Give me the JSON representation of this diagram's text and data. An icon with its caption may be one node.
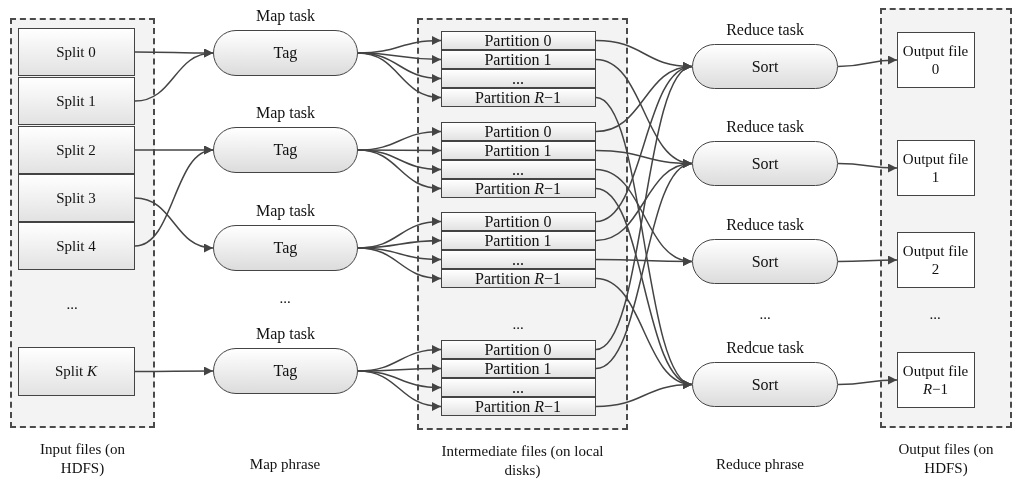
{
  "diagram": {
    "nodes": [
      {
        "text": [
          "Input files (on HDFS)"
        ]
      },
      {
        "text": [
          "Split 0"
        ],
        "in": 0
      },
      {
        "text": [
          "Split 1"
        ],
        "in": 0
      },
      {
        "text": [
          "Split 2"
        ],
        "in": 0
      },
      {
        "text": [
          "Split 3"
        ],
        "in": 0
      },
      {
        "text": [
          "Split 4"
        ],
        "in": 0
      },
      {
        "text": [
          "Split *K*"
        ],
        "in": 0
      },
      {
        "text": [
          "Map task",
          "Tag"
        ]
      },
      {
        "text": [
          "Map task",
          "Tag"
        ]
      },
      {
        "text": [
          "Map task",
          "Tag"
        ]
      },
      {
        "text": [
          "Map task",
          "Tag"
        ]
      },
      {
        "text": [
          "Intermediate files (on local disks)"
        ]
      },
      {
        "text": [
          "Partition 0"
        ],
        "in": 11
      },
      {
        "text": [
          "Partition 1"
        ],
        "in": 11
      },
      {
        "text": [
          "..."
        ],
        "in": 11
      },
      {
        "text": [
          "Partition *R*−1"
        ],
        "in": 11
      },
      {
        "text": [
          "Partition 0"
        ],
        "in": 11
      },
      {
        "text": [
          "Partition 1"
        ],
        "in": 11
      },
      {
        "text": [
          "..."
        ],
        "in": 11
      },
      {
        "text": [
          "Partition *R*−1"
        ],
        "in": 11
      },
      {
        "text": [
          "Partition 0"
        ],
        "in": 11
      },
      {
        "text": [
          "Partition 1"
        ],
        "in": 11
      },
      {
        "text": [
          "..."
        ],
        "in": 11
      },
      {
        "text": [
          "Partition *R*−1"
        ],
        "in": 11
      },
      {
        "text": [
          "Partition 0"
        ],
        "in": 11
      },
      {
        "text": [
          "Partition 1"
        ],
        "in": 11
      },
      {
        "text": [
          "..."
        ],
        "in": 11
      },
      {
        "text": [
          "Partition *R*−1"
        ],
        "in": 11
      },
      {
        "text": [
          "Reduce task",
          "Sort"
        ]
      },
      {
        "text": [
          "Reduce task",
          "Sort"
        ]
      },
      {
        "text": [
          "Reduce task",
          "Sort"
        ]
      },
      {
        "text": [
          "Redcue task",
          "Sort"
        ]
      },
      {
        "text": [
          "Output files (on HDFS)"
        ]
      },
      {
        "text": [
          "Output file 0"
        ],
        "in": 32
      },
      {
        "text": [
          "Output file 1"
        ],
        "in": 32
      },
      {
        "text": [
          "Output file 2"
        ],
        "in": 32
      },
      {
        "text": [
          "Output file *R*−1"
        ],
        "in": 32
      }
    ],
    "edges": [
      {
        "from": 1,
        "to": 7,
        "arrow": "to"
      },
      {
        "from": 2,
        "to": 7,
        "arrow": "to"
      },
      {
        "from": 3,
        "to": 8,
        "arrow": "to"
      },
      {
        "from": 5,
        "to": 8,
        "arrow": "to"
      },
      {
        "from": 4,
        "to": 9,
        "arrow": "to"
      },
      {
        "from": 6,
        "to": 10,
        "arrow": "to"
      },
      {
        "from": 7,
        "to": 12,
        "arrow": "to"
      },
      {
        "from": 7,
        "to": 13,
        "arrow": "to"
      },
      {
        "from": 7,
        "to": 14,
        "arrow": "to"
      },
      {
        "from": 7,
        "to": 15,
        "arrow": "to"
      },
      {
        "from": 8,
        "to": 16,
        "arrow": "to"
      },
      {
        "from": 8,
        "to": 17,
        "arrow": "to"
      },
      {
        "from": 8,
        "to": 18,
        "arrow": "to"
      },
      {
        "from": 8,
        "to": 19,
        "arrow": "to"
      },
      {
        "from": 9,
        "to": 20,
        "arrow": "to"
      },
      {
        "from": 9,
        "to": 21,
        "arrow": "to"
      },
      {
        "from": 9,
        "to": 22,
        "arrow": "to"
      },
      {
        "from": 9,
        "to": 23,
        "arrow": "to"
      },
      {
        "from": 10,
        "to": 24,
        "arrow": "to"
      },
      {
        "from": 10,
        "to": 25,
        "arrow": "to"
      },
      {
        "from": 10,
        "to": 26,
        "arrow": "to"
      },
      {
        "from": 10,
        "to": 27,
        "arrow": "to"
      },
      {
        "from": 12,
        "to": 28,
        "arrow": "to"
      },
      {
        "from": 13,
        "to": 29,
        "arrow": "to"
      },
      {
        "from": 15,
        "to": 31,
        "arrow": "to"
      },
      {
        "from": 16,
        "to": 28,
        "arrow": "to"
      },
      {
        "from": 17,
        "to": 29,
        "arrow": "to"
      },
      {
        "from": 18,
        "to": 30,
        "arrow": "to"
      },
      {
        "from": 19,
        "to": 31,
        "arrow": "to"
      },
      {
        "from": 20,
        "to": 28,
        "arrow": "to"
      },
      {
        "from": 21,
        "to": 29,
        "arrow": "to"
      },
      {
        "from": 22,
        "to": 30,
        "arrow": "to"
      },
      {
        "from": 23,
        "to": 31,
        "arrow": "to"
      },
      {
        "from": 24,
        "to": 28,
        "arrow": "to"
      },
      {
        "from": 25,
        "to": 29,
        "arrow": "to"
      },
      {
        "from": 27,
        "to": 31,
        "arrow": "to"
      },
      {
        "from": 28,
        "to": 33,
        "arrow": "to"
      },
      {
        "from": 29,
        "to": 34,
        "arrow": "to"
      },
      {
        "from": 30,
        "to": 35,
        "arrow": "to"
      },
      {
        "from": 31,
        "to": 36,
        "arrow": "to"
      }
    ],
    "labels": [
      "...",
      "...",
      "...",
      "...",
      "...",
      "Map phrase",
      "Reduce phrase"
    ]
  }
}
